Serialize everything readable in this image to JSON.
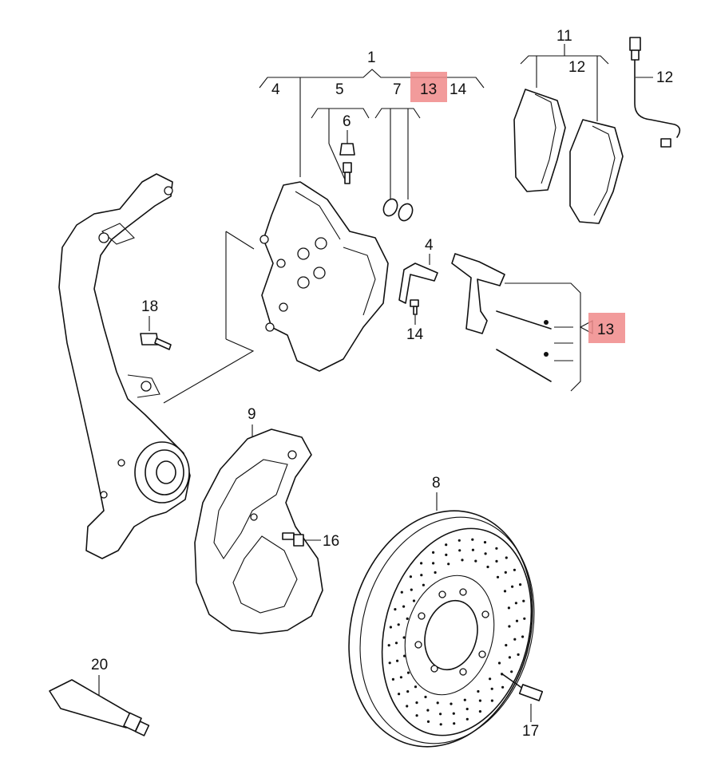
{
  "callouts": {
    "c1": "1",
    "c4": "4",
    "c5": "5",
    "c6": "6",
    "c7": "7",
    "c13_top": "13",
    "c14_top": "14",
    "c11": "11",
    "c12a": "12",
    "c12b": "12",
    "c4b": "4",
    "c14b": "14",
    "c13_right": "13",
    "c18": "18",
    "c9": "9",
    "c8": "8",
    "c16": "16",
    "c20": "20",
    "c17": "17"
  },
  "highlight_color": "#f08a8a"
}
